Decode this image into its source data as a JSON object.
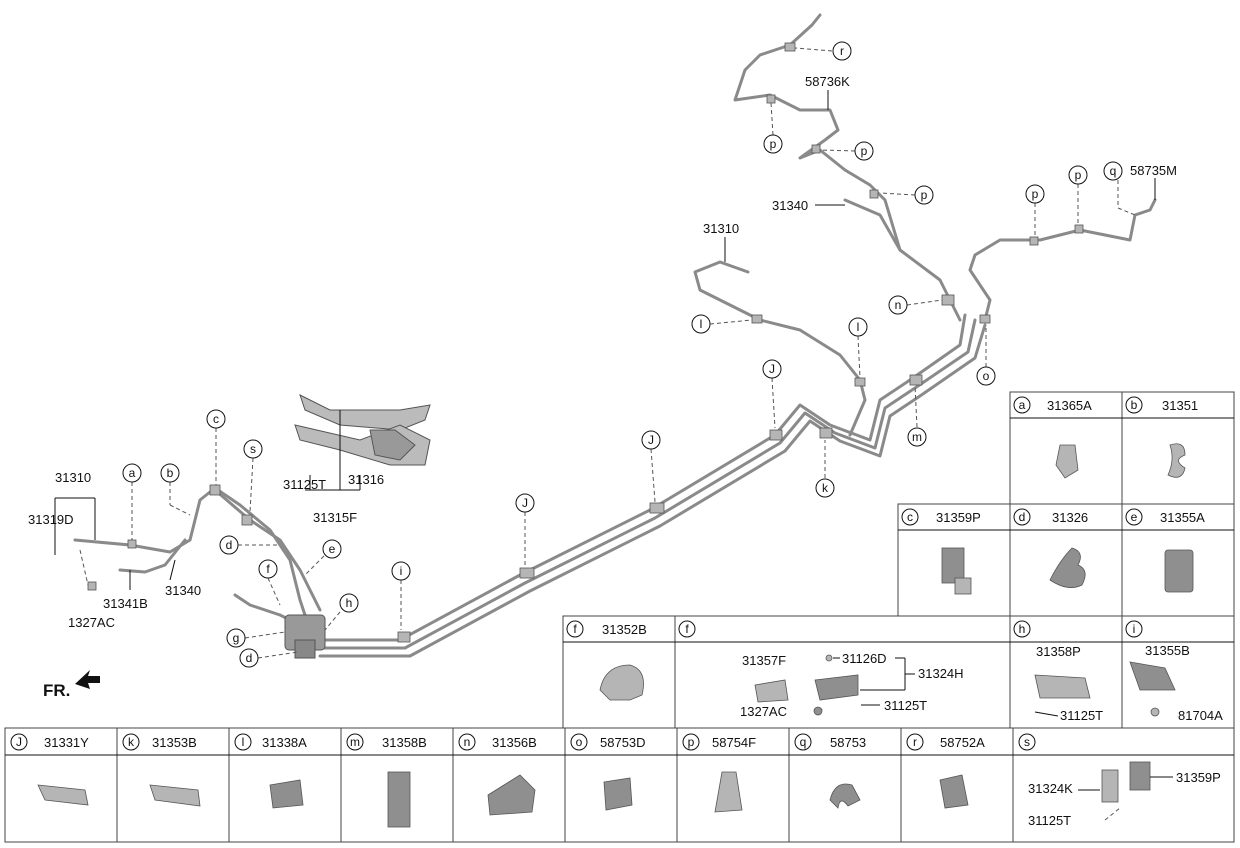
{
  "callouts": {
    "p_31310_top": "31310",
    "p_31319D": "31319D",
    "p_1327AC": "1327AC",
    "p_31341B": "31341B",
    "p_31340_left": "31340",
    "p_31125T_bracket": "31125T",
    "p_31316": "31316",
    "p_31315F": "31315F",
    "p_31310_right": "31310",
    "p_31340_right": "31340",
    "p_58736K": "58736K",
    "p_58735M": "58735M",
    "fr": "FR."
  },
  "letters": {
    "a": "a",
    "b": "b",
    "c": "c",
    "s": "s",
    "d": "d",
    "e": "e",
    "f": "f",
    "g": "g",
    "h": "h",
    "i": "i",
    "J": "J",
    "k": "k",
    "l": "l",
    "m": "m",
    "n": "n",
    "o": "o",
    "p": "p",
    "q": "q",
    "r": "r"
  },
  "legend": {
    "a": {
      "letter": "a",
      "part": "31365A"
    },
    "b": {
      "letter": "b",
      "part": "31351"
    },
    "c": {
      "letter": "c",
      "part": "31359P"
    },
    "d": {
      "letter": "d",
      "part": "31326"
    },
    "e": {
      "letter": "e",
      "part": "31355A"
    },
    "f1": {
      "letter": "f",
      "part": "31352B"
    },
    "f2": {
      "letter": "f",
      "parts": [
        "31357F",
        "31126D",
        "31324H",
        "1327AC",
        "31125T"
      ]
    },
    "h": {
      "letter": "h",
      "parts": [
        "31358P",
        "31125T"
      ]
    },
    "i": {
      "letter": "i",
      "parts": [
        "31355B",
        "81704A"
      ]
    },
    "J": {
      "letter": "J",
      "part": "31331Y"
    },
    "k": {
      "letter": "k",
      "part": "31353B"
    },
    "l": {
      "letter": "l",
      "part": "31338A"
    },
    "m": {
      "letter": "m",
      "part": "31358B"
    },
    "n": {
      "letter": "n",
      "part": "31356B"
    },
    "o": {
      "letter": "o",
      "part": "58753D"
    },
    "p": {
      "letter": "p",
      "part": "58754F"
    },
    "q": {
      "letter": "q",
      "part": "58753"
    },
    "r": {
      "letter": "r",
      "part": "58752A"
    },
    "s": {
      "letter": "s",
      "parts": [
        "31324K",
        "31359P",
        "31125T"
      ]
    }
  }
}
